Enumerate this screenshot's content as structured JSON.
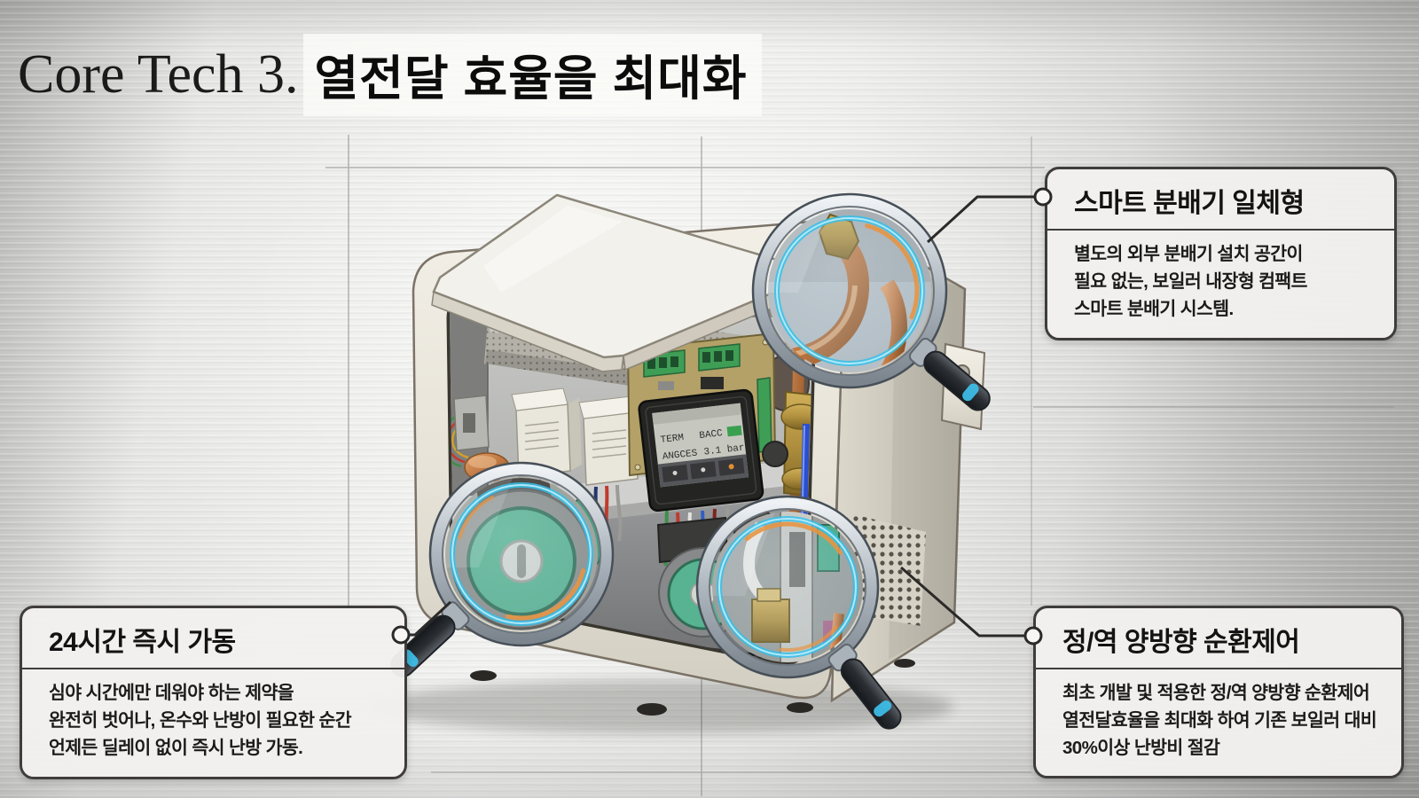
{
  "title": {
    "prefix": "Core Tech 3.",
    "headline": "열전달 효율을 최대화"
  },
  "callouts": {
    "smart": {
      "title": "스마트 분배기 일체형",
      "body": "별도의 외부 분배기 설치 공간이\n필요 없는, 보일러 내장형 컴팩트\n스마트 분배기 시스템."
    },
    "always": {
      "title": "24시간 즉시 가동",
      "body": "심야 시간에만 데워야 하는 제약을\n완전히 벗어나, 온수와 난방이 필요한 순간\n언제든 딜레이 없이 즉시 난방 가동."
    },
    "bidir": {
      "title": "정/역 양방향 순환제어",
      "body": "최초 개발 및 적용한 정/역 양방향 순환제어\n열전달효율을 최대화 하여 기존 보일러 대비\n30%이상 난방비 절감"
    }
  },
  "device": {
    "display": {
      "row1_left": "TERM",
      "row1_right": "BACC",
      "row2_left": "ANGCES",
      "row2_right": "3.1 bar"
    }
  },
  "colors": {
    "accent_cyan": "#3ec3ee",
    "accent_orange": "#e59544",
    "pump_green": "#57b391",
    "copper": "#c17a45",
    "brass": "#b0903f",
    "box_border": "#3e3d3b",
    "status_green": "#3aa050"
  }
}
